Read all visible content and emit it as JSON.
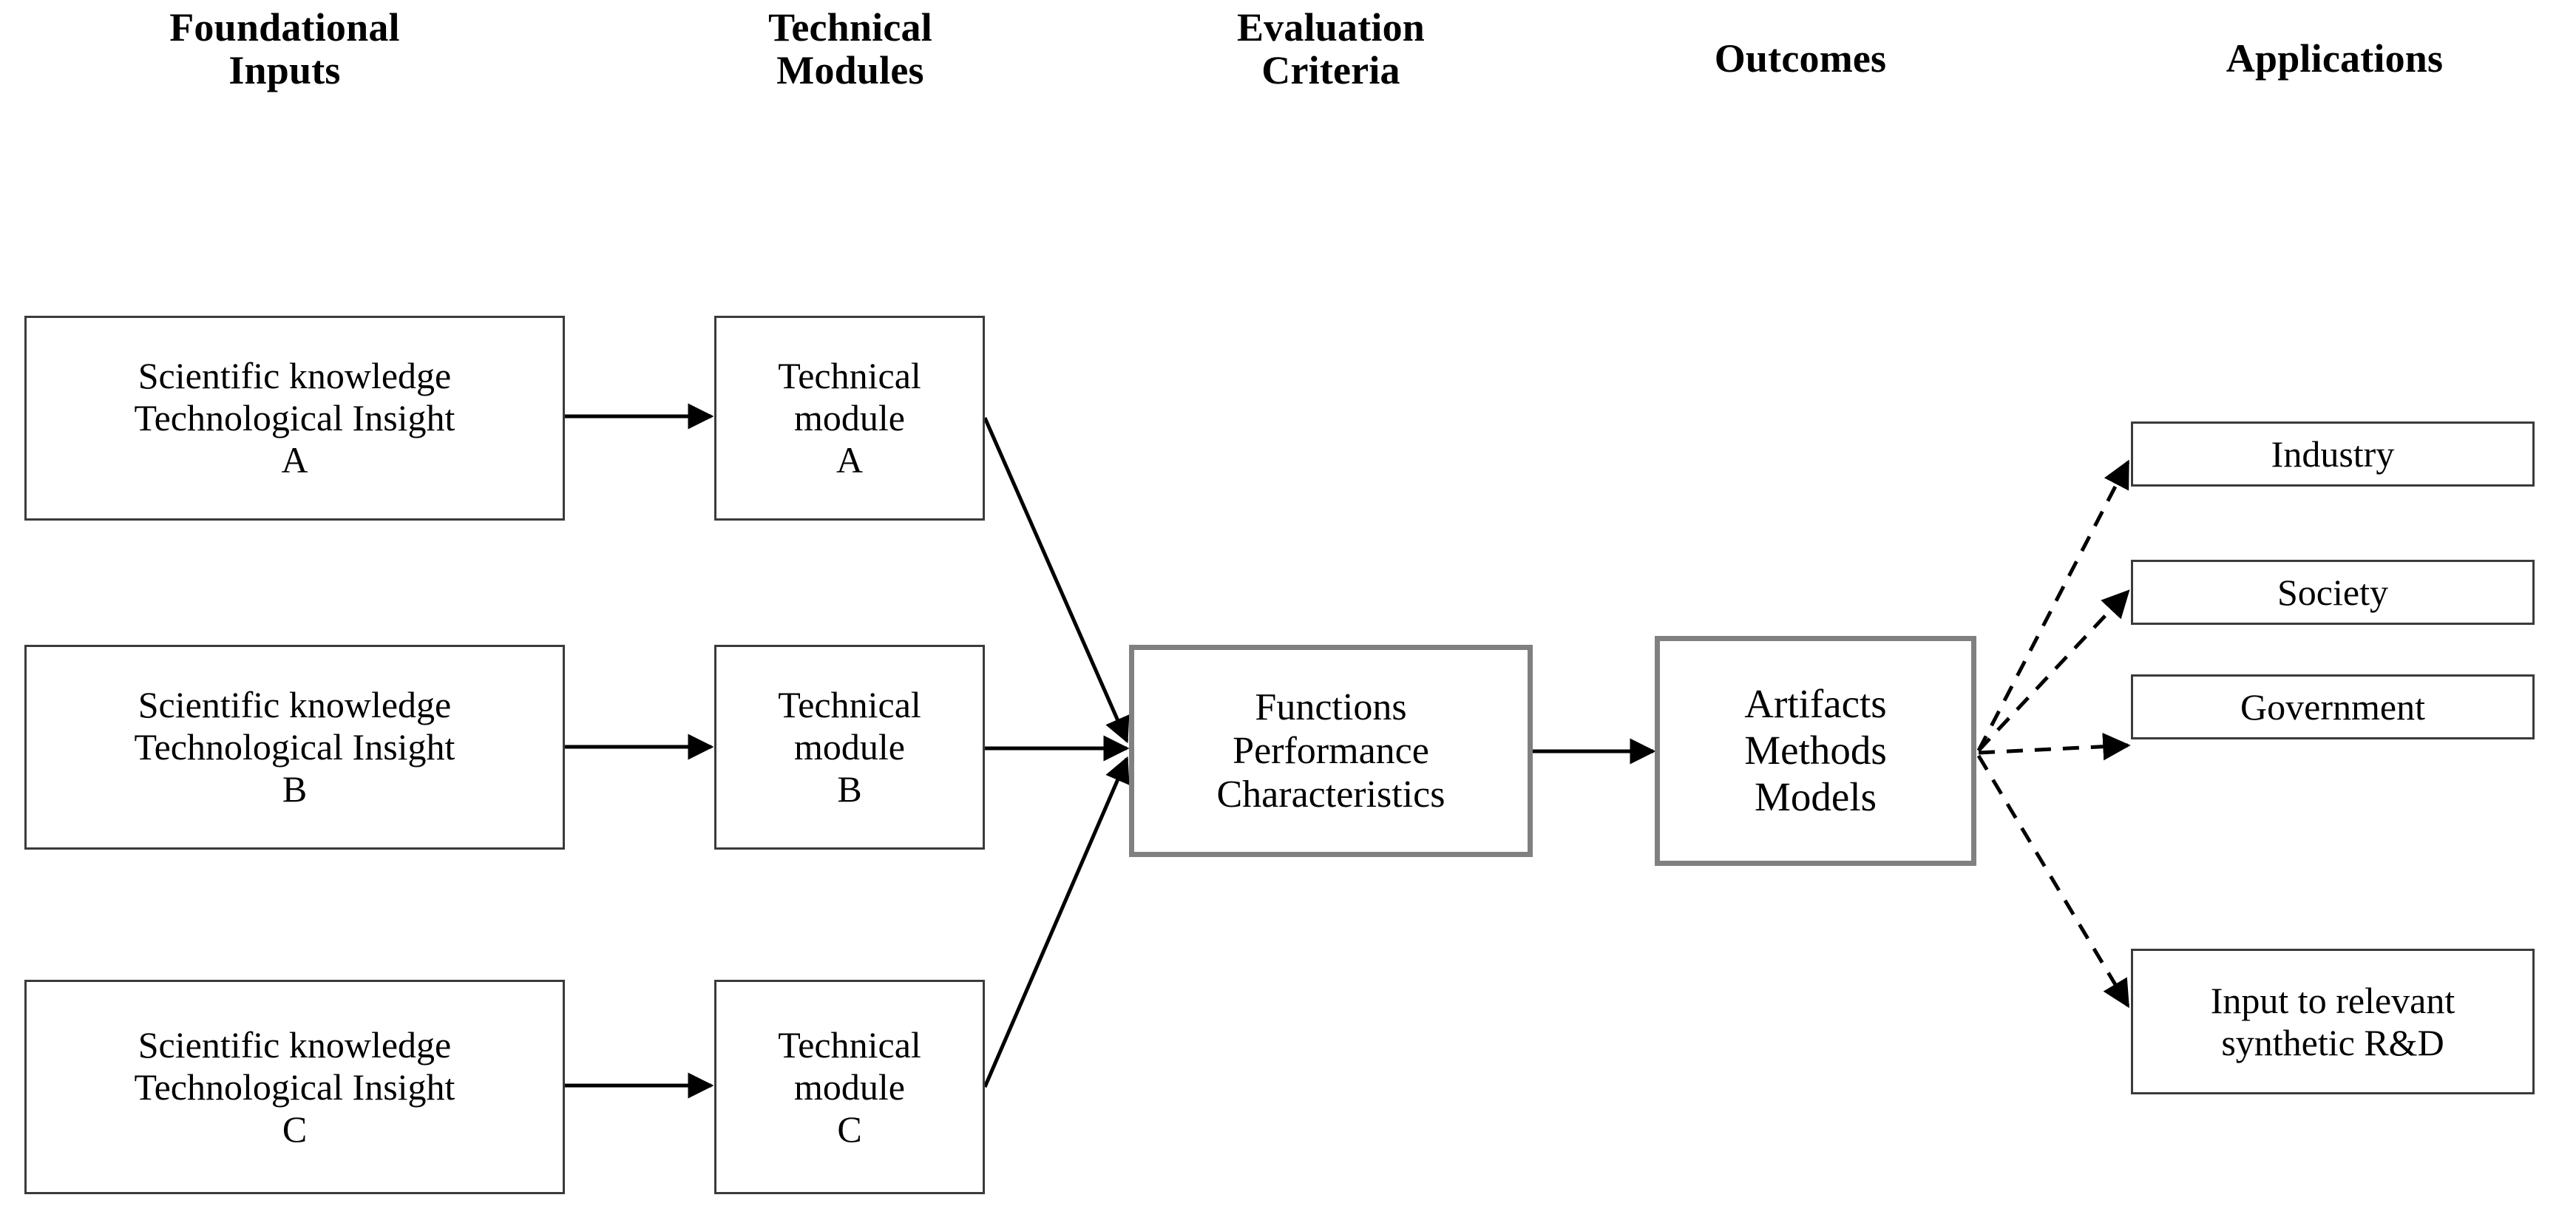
{
  "diagram": {
    "title": "Technology development flow diagram",
    "background_color": "#ffffff",
    "line_color": "#000000",
    "thin_border_color": "#3b3b3b",
    "thick_border_color": "#808080"
  },
  "columns": [
    {
      "id": "foundational-inputs",
      "label": "Foundational\nInputs"
    },
    {
      "id": "technical-modules",
      "label": "Technical\nModules"
    },
    {
      "id": "evaluation-criteria",
      "label": "Evaluation\nCriteria"
    },
    {
      "id": "outcomes",
      "label": "Outcomes"
    },
    {
      "id": "applications",
      "label": "Applications"
    }
  ],
  "nodes": {
    "inputs": [
      {
        "id": "input-a",
        "label": "Scientific knowledge\nTechnological Insight\nA"
      },
      {
        "id": "input-b",
        "label": "Scientific knowledge\nTechnological Insight\nB"
      },
      {
        "id": "input-c",
        "label": "Scientific knowledge\nTechnological Insight\nC"
      }
    ],
    "modules": [
      {
        "id": "module-a",
        "label": "Technical\nmodule\nA"
      },
      {
        "id": "module-b",
        "label": "Technical\nmodule\nB"
      },
      {
        "id": "module-c",
        "label": "Technical\nmodule\nC"
      }
    ],
    "evaluation": {
      "id": "evaluation-criteria-node",
      "label": "Functions\nPerformance\nCharacteristics"
    },
    "outcome": {
      "id": "outcomes-node",
      "label": "Artifacts\nMethods\nModels"
    },
    "applications": [
      {
        "id": "application-industry",
        "label": "Industry"
      },
      {
        "id": "application-society",
        "label": "Society"
      },
      {
        "id": "application-government",
        "label": "Government"
      },
      {
        "id": "application-rd",
        "label": "Input to relevant\nsynthetic R&D"
      }
    ]
  },
  "edges": [
    {
      "id": "edge-input-a-module-a",
      "from": "input-a",
      "to": "module-a",
      "style": "solid"
    },
    {
      "id": "edge-input-b-module-b",
      "from": "input-b",
      "to": "module-b",
      "style": "solid"
    },
    {
      "id": "edge-input-c-module-c",
      "from": "input-c",
      "to": "module-c",
      "style": "solid"
    },
    {
      "id": "edge-module-a-evaluation",
      "from": "module-a",
      "to": "evaluation-criteria-node",
      "style": "solid"
    },
    {
      "id": "edge-module-b-evaluation",
      "from": "module-b",
      "to": "evaluation-criteria-node",
      "style": "solid"
    },
    {
      "id": "edge-module-c-evaluation",
      "from": "module-c",
      "to": "evaluation-criteria-node",
      "style": "solid"
    },
    {
      "id": "edge-evaluation-outcomes",
      "from": "evaluation-criteria-node",
      "to": "outcomes-node",
      "style": "solid"
    },
    {
      "id": "edge-outcomes-industry",
      "from": "outcomes-node",
      "to": "application-industry",
      "style": "dashed"
    },
    {
      "id": "edge-outcomes-society",
      "from": "outcomes-node",
      "to": "application-society",
      "style": "dashed"
    },
    {
      "id": "edge-outcomes-government",
      "from": "outcomes-node",
      "to": "application-government",
      "style": "dashed"
    },
    {
      "id": "edge-outcomes-rd",
      "from": "outcomes-node",
      "to": "application-rd",
      "style": "dashed"
    }
  ]
}
